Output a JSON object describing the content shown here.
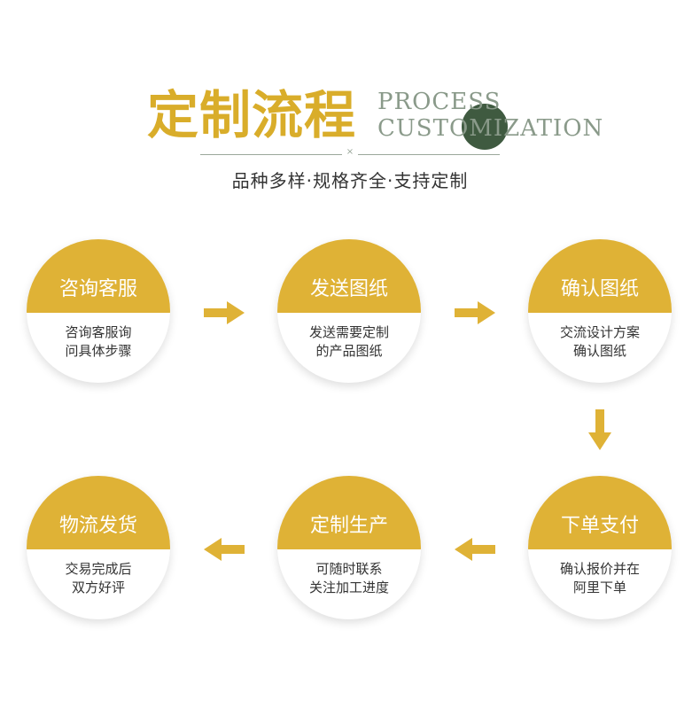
{
  "header": {
    "title_cn": "定制流程",
    "title_en_line1": "PROCESS",
    "title_en_line2": "CUSTOMIZATION",
    "divider_mark": "×",
    "subtitle": "品种多样·规格齐全·支持定制"
  },
  "colors": {
    "gold": "#dfb236",
    "title_gold": "#d9ad2a",
    "dark_green": "#3f5a40"
  },
  "steps": [
    {
      "title": "咨询客服",
      "line1": "咨询客服询",
      "line2": "问具体步骤"
    },
    {
      "title": "发送图纸",
      "line1": "发送需要定制",
      "line2": "的产品图纸"
    },
    {
      "title": "确认图纸",
      "line1": "交流设计方案",
      "line2": "确认图纸"
    },
    {
      "title": "下单支付",
      "line1": "确认报价并在",
      "line2": "阿里下单"
    },
    {
      "title": "定制生产",
      "line1": "可随时联系",
      "line2": "关注加工进度"
    },
    {
      "title": "物流发货",
      "line1": "交易完成后",
      "line2": "双方好评"
    }
  ]
}
